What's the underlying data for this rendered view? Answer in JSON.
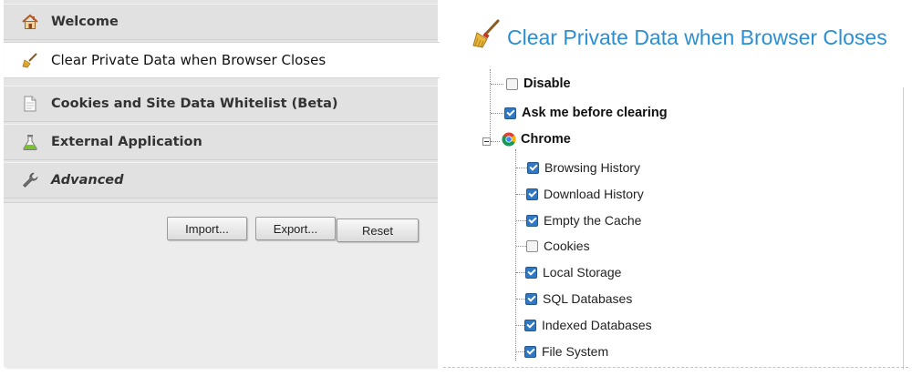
{
  "sidebar": {
    "items": [
      {
        "label": "Welcome",
        "icon": "home-icon"
      },
      {
        "label": "Clear Private Data when Browser Closes",
        "icon": "broom-icon"
      },
      {
        "label": "Cookies and Site Data Whitelist (Beta)",
        "icon": "document-icon"
      },
      {
        "label": "External Application",
        "icon": "flask-icon"
      },
      {
        "label": "Advanced",
        "icon": "wrench-icon"
      }
    ],
    "buttons": {
      "import_label": "Import...",
      "export_label": "Export...",
      "reset_label": "Reset"
    }
  },
  "content": {
    "title": "Clear Private Data when Browser Closes",
    "title_icon": "broom-icon",
    "title_color": "#2a8fd4",
    "options": {
      "disable": {
        "label": "Disable",
        "checked": false
      },
      "ask": {
        "label": "Ask me before clearing",
        "checked": true
      },
      "chrome": {
        "label": "Chrome",
        "icon": "chrome-icon",
        "expanded": true
      }
    },
    "chrome_items": [
      {
        "label": "Browsing History",
        "checked": true
      },
      {
        "label": "Download History",
        "checked": true
      },
      {
        "label": "Empty the Cache",
        "checked": true
      },
      {
        "label": "Cookies",
        "checked": false
      },
      {
        "label": "Local Storage",
        "checked": true
      },
      {
        "label": "SQL Databases",
        "checked": true
      },
      {
        "label": "Indexed Databases",
        "checked": true
      },
      {
        "label": "File System",
        "checked": true
      }
    ]
  }
}
